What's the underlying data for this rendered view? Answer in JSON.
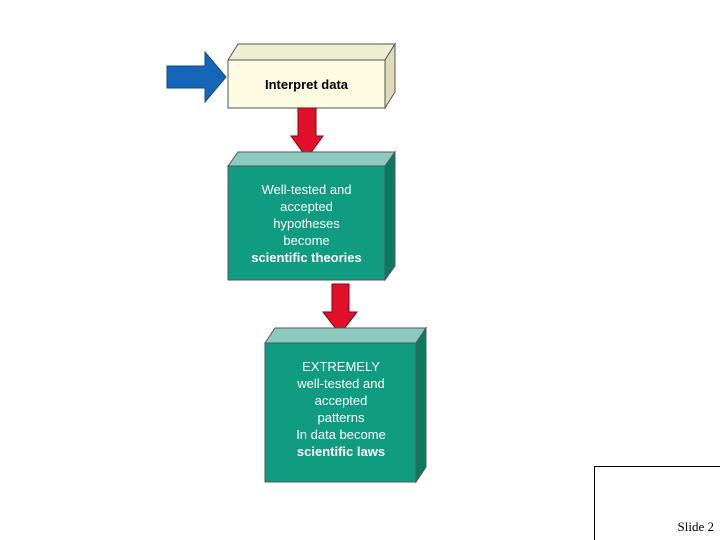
{
  "colors": {
    "box_top_face": "#fdfce2",
    "box_top_side": "#dcdcb8",
    "box_top_top": "#eeeed0",
    "teal_face": "#109c80",
    "teal_side": "#0b7a63",
    "teal_top": "#8ccac0",
    "red_arrow": "#e0102a",
    "blue_arrow": "#1565b8",
    "border": "#555555"
  },
  "icons": {
    "input_arrow": "arrow-right-icon",
    "flow_arrows": "arrow-down-icon"
  },
  "boxes": [
    {
      "lines": [
        "Interpret data"
      ],
      "bold_lines": [
        "Interpret data"
      ]
    },
    {
      "lines": [
        "Well-tested and",
        "accepted",
        "hypotheses",
        "become",
        "scientific theories"
      ],
      "bold_lines": [
        "scientific theories"
      ]
    },
    {
      "lines": [
        "EXTREMELY",
        "well-tested and",
        "accepted",
        "patterns",
        "In data become",
        "scientific laws"
      ],
      "bold_lines": [
        "scientific laws"
      ]
    }
  ],
  "footer": {
    "slide_label": "Slide 2"
  }
}
